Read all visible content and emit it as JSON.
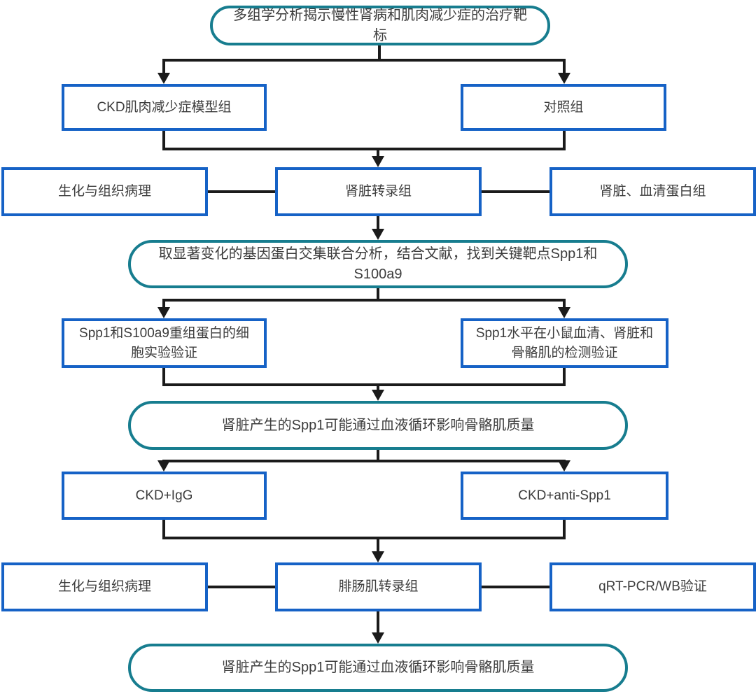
{
  "diagram": {
    "colors": {
      "pill_border": "#177D8F",
      "box_border": "#1662C6",
      "connector": "#1b1b1b",
      "text": "#3c3c3c"
    },
    "nodes": {
      "top_pill": "多组学分析揭示慢性肾病和肌肉减少症的治疗靶标",
      "model_group": "CKD肌肉减少症模型组",
      "control_group": "对照组",
      "biochem_histo_1": "生化与组织病理",
      "kidney_transcriptome": "肾脏转录组",
      "kidney_serum_proteome": "肾脏、血清蛋白组",
      "analysis_pill": "取显著变化的基因蛋白交集联合分析，结合文献，找到关键靶点Spp1和S100a9",
      "cell_validation": "Spp1和S100a9重组蛋白的细胞实验验证",
      "spp1_detection": "Spp1水平在小鼠血清、肾脏和骨骼肌的检测验证",
      "hypothesis_pill": "肾脏产生的Spp1可能通过血液循环影响骨骼肌质量",
      "ckd_igg": "CKD+IgG",
      "ckd_anti_spp1": "CKD+anti-Spp1",
      "biochem_histo_2": "生化与组织病理",
      "gastrocnemius_transcriptome": "腓肠肌转录组",
      "qrtpcr_wb": "qRT-PCR/WB验证",
      "conclusion_pill": "肾脏产生的Spp1可能通过血液循环影响骨骼肌质量"
    }
  }
}
